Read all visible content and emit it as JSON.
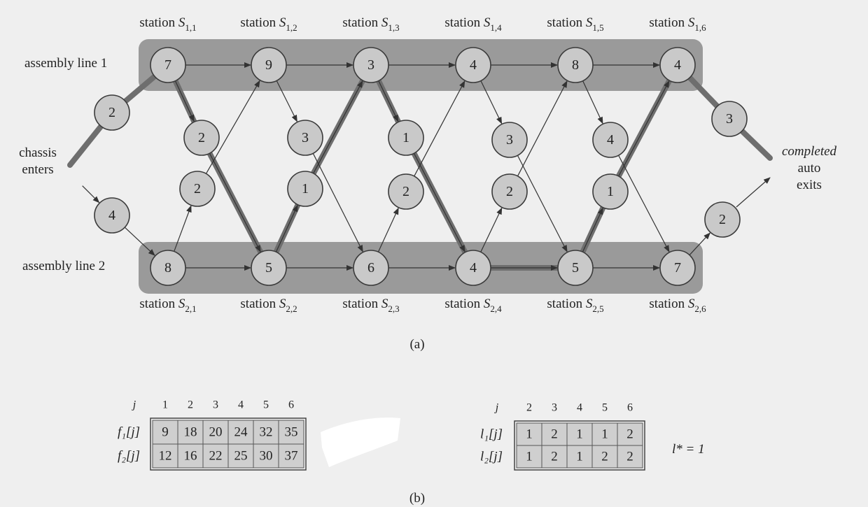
{
  "diagram": {
    "lines": {
      "line1_label": "assembly line 1",
      "line2_label": "assembly line 2"
    },
    "entry": {
      "label_1": "chassis",
      "label_2": "enters",
      "cost_line1": "2",
      "cost_line2": "4"
    },
    "exit": {
      "label_1": "completed",
      "label_2": "auto",
      "label_3": "exits",
      "cost_line1": "3",
      "cost_line2": "2"
    },
    "stations_line1": [
      {
        "word": "station",
        "sub": "1,1",
        "cost": "7"
      },
      {
        "word": "station",
        "sub": "1,2",
        "cost": "9"
      },
      {
        "word": "station",
        "sub": "1,3",
        "cost": "3"
      },
      {
        "word": "station",
        "sub": "1,4",
        "cost": "4"
      },
      {
        "word": "station",
        "sub": "1,5",
        "cost": "8"
      },
      {
        "word": "station",
        "sub": "1,6",
        "cost": "4"
      }
    ],
    "stations_line2": [
      {
        "word": "station",
        "sub": "2,1",
        "cost": "8"
      },
      {
        "word": "station",
        "sub": "2,2",
        "cost": "5"
      },
      {
        "word": "station",
        "sub": "2,3",
        "cost": "6"
      },
      {
        "word": "station",
        "sub": "2,4",
        "cost": "4"
      },
      {
        "word": "station",
        "sub": "2,5",
        "cost": "5"
      },
      {
        "word": "station",
        "sub": "2,6",
        "cost": "7"
      }
    ],
    "transfer_1_to_2": [
      "2",
      "3",
      "1",
      "3",
      "4"
    ],
    "transfer_2_to_1": [
      "2",
      "1",
      "2",
      "2",
      "1"
    ],
    "caption": "(a)"
  },
  "tables": {
    "f": {
      "j_label": "j",
      "headers": [
        "1",
        "2",
        "3",
        "4",
        "5",
        "6"
      ],
      "rows": [
        {
          "label": "f₁[j]",
          "values": [
            "9",
            "18",
            "20",
            "24",
            "32",
            "35"
          ]
        },
        {
          "label": "f₂[j]",
          "values": [
            "12",
            "16",
            "22",
            "25",
            "30",
            "37"
          ]
        }
      ]
    },
    "l": {
      "j_label": "j",
      "headers": [
        "2",
        "3",
        "4",
        "5",
        "6"
      ],
      "rows": [
        {
          "label": "l₁[j]",
          "values": [
            "1",
            "2",
            "1",
            "1",
            "2"
          ]
        },
        {
          "label": "l₂[j]",
          "values": [
            "1",
            "2",
            "1",
            "2",
            "2"
          ]
        }
      ]
    },
    "l_star": "l* = 1",
    "caption": "(b)"
  },
  "colors": {
    "band": "#9a9a9a",
    "node_fill": "#c9c9c9",
    "path": "#707070",
    "background": "#efefef"
  }
}
